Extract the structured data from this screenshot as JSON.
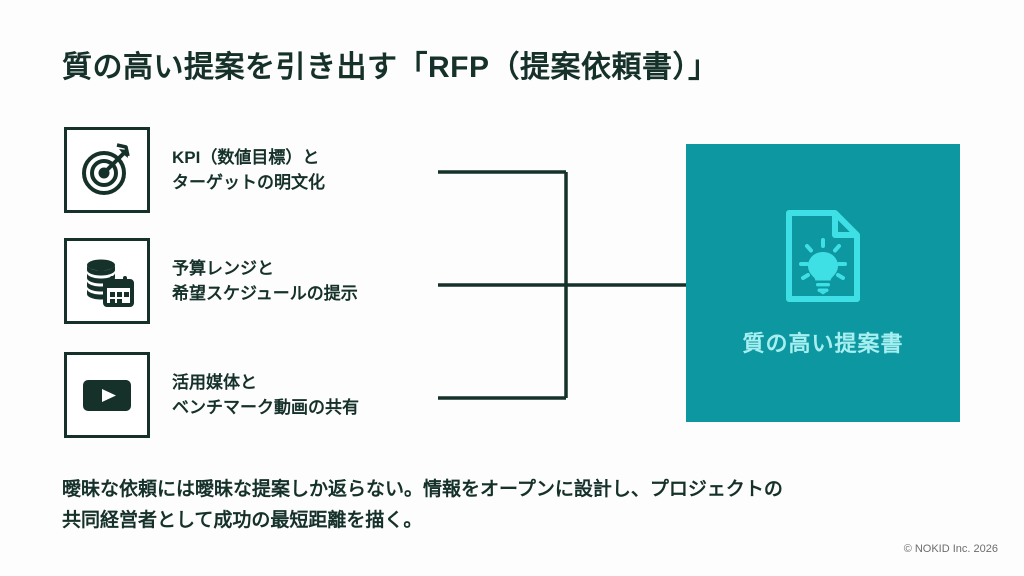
{
  "slide": {
    "title": "質の高い提案を引き出す「RFP（提案依頼書）」",
    "background_color": "#fdfdfd",
    "ink_color": "#15312a",
    "accent_color": "#0d97a0",
    "accent_light_color": "#3fdfe6",
    "accent_label_color": "#a6eff0"
  },
  "items": [
    {
      "icon": "target-icon",
      "label": "KPI（数値目標）と\nターゲットの明文化"
    },
    {
      "icon": "budget-calendar-icon",
      "label": "予算レンジと\n希望スケジュールの提示"
    },
    {
      "icon": "video-play-icon",
      "label": "活用媒体と\nベンチマーク動画の共有"
    }
  ],
  "result": {
    "icon": "document-idea-icon",
    "label": "質の高い提案書"
  },
  "note": "曖昧な依頼には曖昧な提案しか返らない。情報をオープンに設計し、プロジェクトの\n共同経営者として成功の最短距離を描く。",
  "footer": {
    "copyright": "© NOKID Inc. 2026"
  }
}
